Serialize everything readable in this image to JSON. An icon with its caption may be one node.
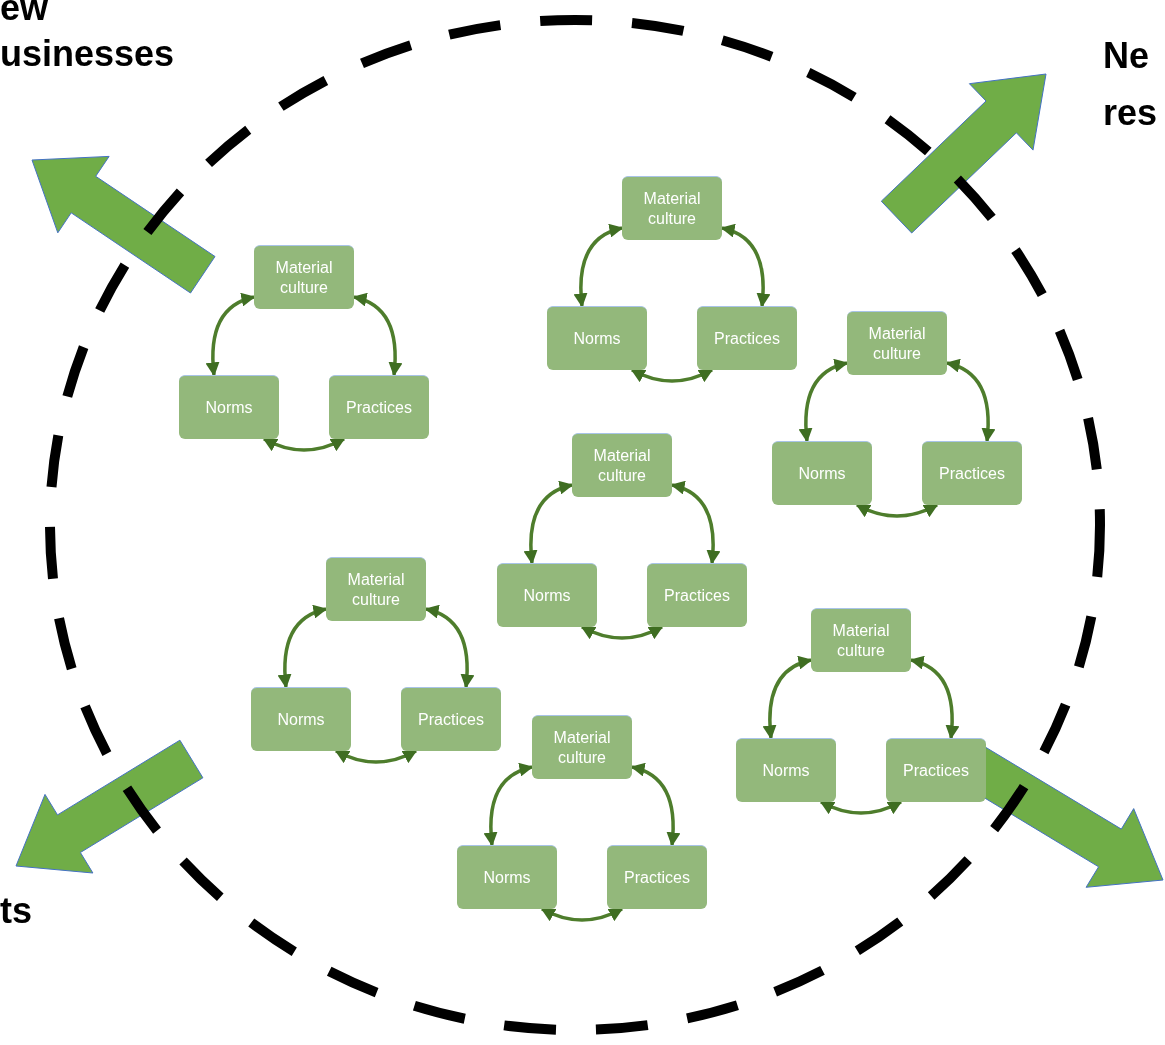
{
  "diagram": {
    "nodes": [
      {
        "text": [],
        "shape": "circle"
      },
      {
        "text": [
          "Material culture"
        ],
        "in": 0
      },
      {
        "text": [
          "Norms"
        ],
        "in": 0
      },
      {
        "text": [
          "Practices"
        ],
        "in": 0
      },
      {
        "text": [
          "Material culture"
        ],
        "in": 0
      },
      {
        "text": [
          "Norms"
        ],
        "in": 0
      },
      {
        "text": [
          "Practices"
        ],
        "in": 0
      },
      {
        "text": [
          "Material culture"
        ],
        "in": 0
      },
      {
        "text": [
          "Norms"
        ],
        "in": 0
      },
      {
        "text": [
          "Practices"
        ],
        "in": 0
      },
      {
        "text": [
          "Material culture"
        ],
        "in": 0
      },
      {
        "text": [
          "Norms"
        ],
        "in": 0
      },
      {
        "text": [
          "Practices"
        ],
        "in": 0
      },
      {
        "text": [
          "Material culture"
        ],
        "in": 0
      },
      {
        "text": [
          "Norms"
        ],
        "in": 0
      },
      {
        "text": [
          "Practices"
        ],
        "in": 0
      },
      {
        "text": [
          "Material culture"
        ],
        "in": 0
      },
      {
        "text": [
          "Norms"
        ],
        "in": 0
      },
      {
        "text": [
          "Practices"
        ],
        "in": 0
      },
      {
        "text": [
          "Material culture"
        ],
        "in": 0
      },
      {
        "text": [
          "Norms"
        ],
        "in": 0
      },
      {
        "text": [
          "Practices"
        ],
        "in": 0
      }
    ],
    "edges": [
      {
        "from": 1,
        "to": 2,
        "arrow": "both"
      },
      {
        "from": 1,
        "to": 3,
        "arrow": "both"
      },
      {
        "from": 2,
        "to": 3,
        "arrow": "both"
      },
      {
        "from": 4,
        "to": 5,
        "arrow": "both"
      },
      {
        "from": 4,
        "to": 6,
        "arrow": "both"
      },
      {
        "from": 5,
        "to": 6,
        "arrow": "both"
      },
      {
        "from": 7,
        "to": 8,
        "arrow": "both"
      },
      {
        "from": 7,
        "to": 9,
        "arrow": "both"
      },
      {
        "from": 8,
        "to": 9,
        "arrow": "both"
      },
      {
        "from": 10,
        "to": 11,
        "arrow": "both"
      },
      {
        "from": 10,
        "to": 12,
        "arrow": "both"
      },
      {
        "from": 11,
        "to": 12,
        "arrow": "both"
      },
      {
        "from": 13,
        "to": 14,
        "arrow": "both"
      },
      {
        "from": 13,
        "to": 15,
        "arrow": "both"
      },
      {
        "from": 14,
        "to": 15,
        "arrow": "both"
      },
      {
        "from": 16,
        "to": 17,
        "arrow": "both"
      },
      {
        "from": 16,
        "to": 18,
        "arrow": "both"
      },
      {
        "from": 17,
        "to": 18,
        "arrow": "both"
      },
      {
        "from": 19,
        "to": 20,
        "arrow": "both"
      },
      {
        "from": 19,
        "to": 21,
        "arrow": "both"
      },
      {
        "from": 20,
        "to": 21,
        "arrow": "both"
      },
      {
        "from": 0,
        "to": null,
        "arrow": "to",
        "color": "#70ad47"
      },
      {
        "from": 0,
        "to": null,
        "arrow": "to",
        "color": "#70ad47"
      },
      {
        "from": 0,
        "to": null,
        "arrow": "to",
        "color": "#70ad47"
      },
      {
        "from": 0,
        "to": null,
        "arrow": "to",
        "color": "#70ad47"
      }
    ],
    "labels": [
      "ew",
      "usinesses",
      "Ne",
      "res",
      "ts"
    ]
  }
}
